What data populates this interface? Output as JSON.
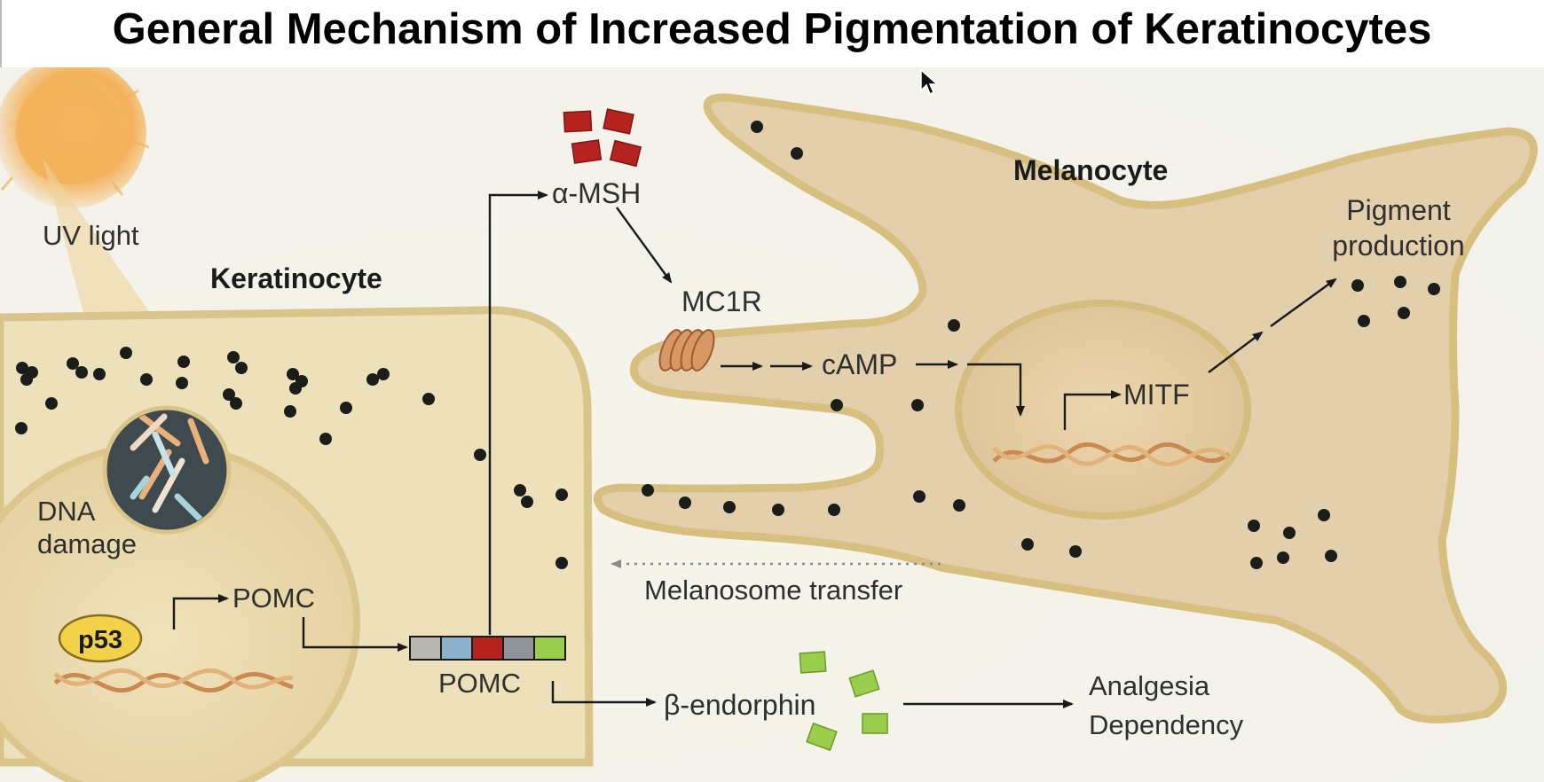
{
  "title": "General Mechanism of Increased Pigmentation of Keratinocytes",
  "colors": {
    "cell_fill": "#e8d9b2",
    "cell_border": "#d9c48a",
    "melanocyte_fill": "#dfc8a4",
    "nucleus_fill": "#e6d2a8",
    "melanosome": "#1b1d1a",
    "msh_square": "#b5231e",
    "endorphin_square": "#9acd4c",
    "p53_badge": "#f2d24a",
    "sun": "#f3b25a"
  },
  "labels": {
    "uv_light": "UV light",
    "keratinocyte": "Keratinocyte",
    "melanocyte": "Melanocyte",
    "dna_damage_line1": "DNA",
    "dna_damage_line2": "damage",
    "p53": "p53",
    "pomc_gene": "POMC",
    "pomc_protein": "POMC",
    "alpha_msh": "α-MSH",
    "mc1r": "MC1R",
    "camp": "cAMP",
    "mitf": "MITF",
    "pigment_line1": "Pigment",
    "pigment_line2": "production",
    "melanosome_transfer": "Melanosome transfer",
    "beta_endorphin": "β-endorphin",
    "analgesia": "Analgesia",
    "dependency": "Dependency"
  },
  "icons": {
    "sun": "sun-icon",
    "dna_damage": "dna-damage-icon",
    "receptor": "receptor-icon",
    "cursor": "mouse-cursor-icon"
  }
}
